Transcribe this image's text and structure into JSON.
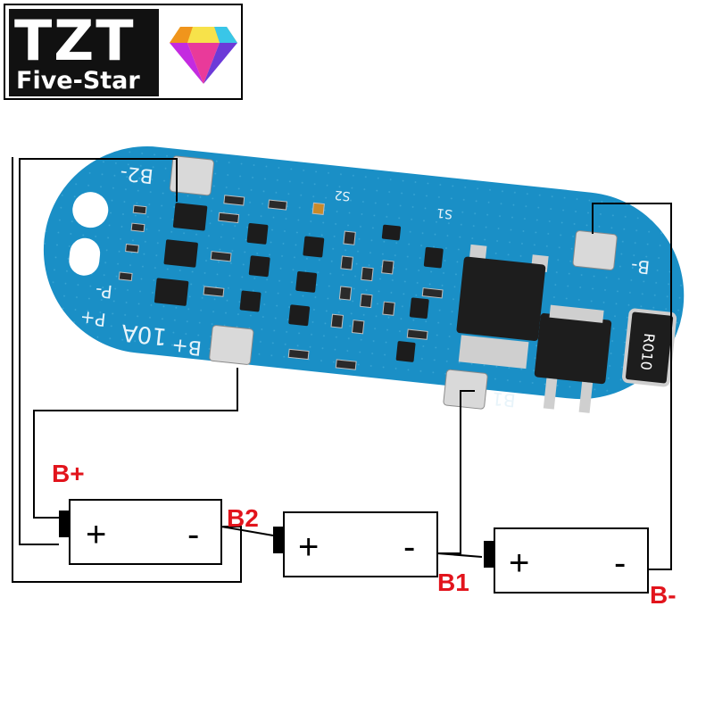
{
  "logo": {
    "brand_top": "TZT",
    "brand_bottom": "Five-Star"
  },
  "board": {
    "color": "#1a8fc6",
    "pad_labels": {
      "b2_minus": "B2-",
      "b_minus": "B-",
      "p_minus": "P-",
      "p_plus": "P+",
      "b_plus": "B+",
      "b1": "B1",
      "rating": "10A",
      "s1": "S1",
      "s2": "S2",
      "shunt": "R010"
    }
  },
  "wiring": {
    "terminal_labels": {
      "b_plus": "B+",
      "b2": "B2",
      "b1": "B1",
      "b_minus": "B-"
    },
    "label_color": "#e2141c"
  },
  "cells": [
    {
      "positive": "+",
      "negative": "-"
    },
    {
      "positive": "+",
      "negative": "-"
    },
    {
      "positive": "+",
      "negative": "-"
    }
  ]
}
